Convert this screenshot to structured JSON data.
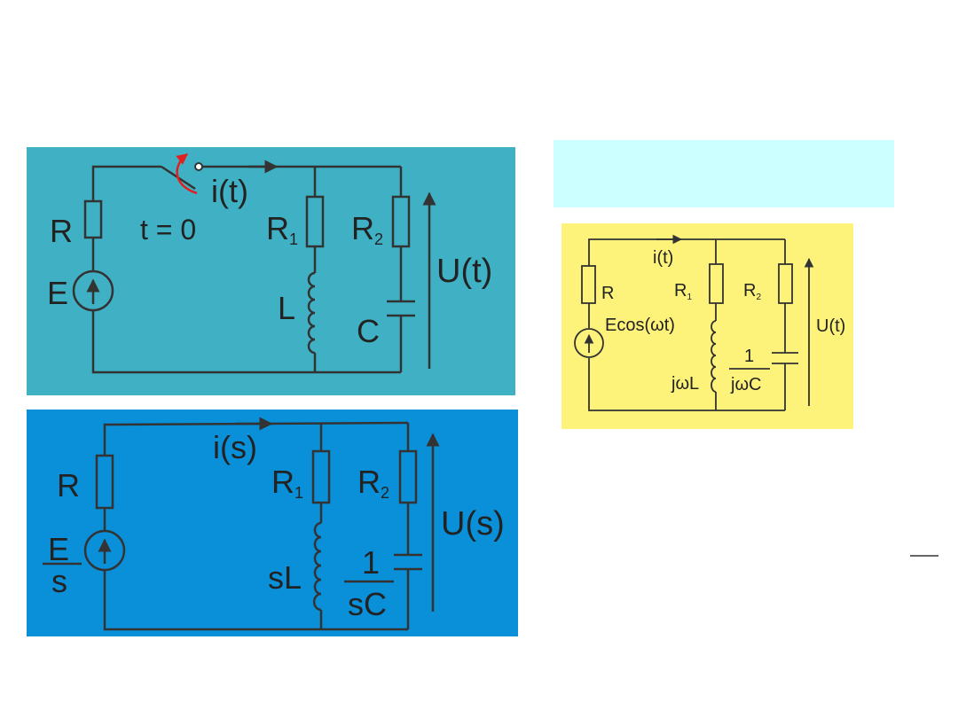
{
  "colors": {
    "panel_time": "#40b1c4",
    "panel_laplace": "#0a8fd9",
    "panel_phasor": "#fdf27a",
    "blank_box": "#ccffff",
    "switch_arrow": "#e02020",
    "wire": "#333333"
  },
  "time_domain": {
    "R": "R",
    "E": "E",
    "t0": "t = 0",
    "current": "i(t)",
    "R1": "R",
    "R1_sub": "1",
    "R2": "R",
    "R2_sub": "2",
    "L": "L",
    "C": "C",
    "voltage": "U(t)"
  },
  "laplace_domain": {
    "R": "R",
    "E_num": "E",
    "E_den": "s",
    "current": "i(s)",
    "R1": "R",
    "R1_sub": "1",
    "R2": "R",
    "R2_sub": "2",
    "L": "sL",
    "C_num": "1",
    "C_den": "sC",
    "voltage": "U(s)"
  },
  "phasor_domain": {
    "current": "i(t)",
    "R": "R",
    "R1": "R",
    "R1_sub": "1",
    "R2": "R",
    "R2_sub": "2",
    "source": "Ecos(ωt)",
    "voltage": "U(t)",
    "L": "jωL",
    "C_num": "1",
    "C_den": "jωC"
  }
}
